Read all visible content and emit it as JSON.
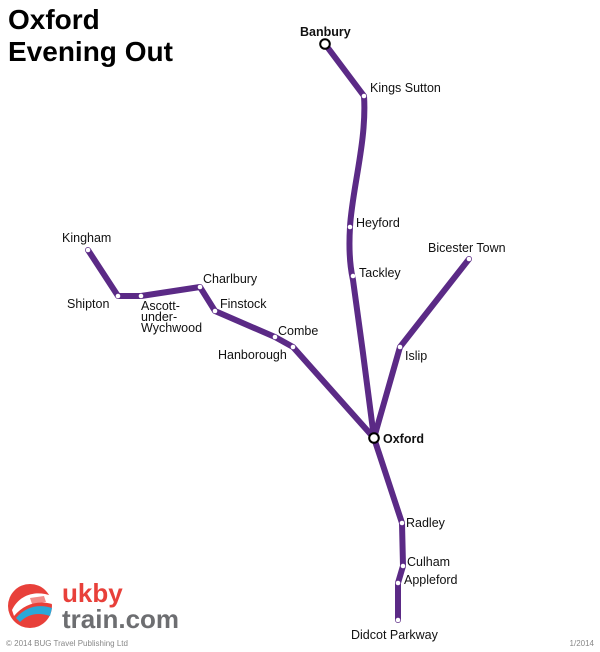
{
  "title": {
    "line1": "Oxford",
    "line2": "Evening Out"
  },
  "line_color": "#5b2a86",
  "stations": {
    "banbury": "Banbury",
    "kings_sutton": "Kings Sutton",
    "heyford": "Heyford",
    "tackley": "Tackley",
    "bicester_town": "Bicester Town",
    "islip": "Islip",
    "kingham": "Kingham",
    "shipton": "Shipton",
    "ascott_1": "Ascott-",
    "ascott_2": "under-",
    "ascott_3": "Wychwood",
    "charlbury": "Charlbury",
    "finstock": "Finstock",
    "combe": "Combe",
    "hanborough": "Hanborough",
    "oxford": "Oxford",
    "radley": "Radley",
    "culham": "Culham",
    "appleford": "Appleford",
    "didcot": "Didcot Parkway"
  },
  "logo": {
    "part1": "ukby",
    "part2": "train.com",
    "color_red": "#e8403a",
    "color_grey": "#6d6e71",
    "color_blue": "#2aa8d8"
  },
  "footer": {
    "copyright": "© 2014 BUG Travel Publishing Ltd",
    "date": "1/2014"
  }
}
